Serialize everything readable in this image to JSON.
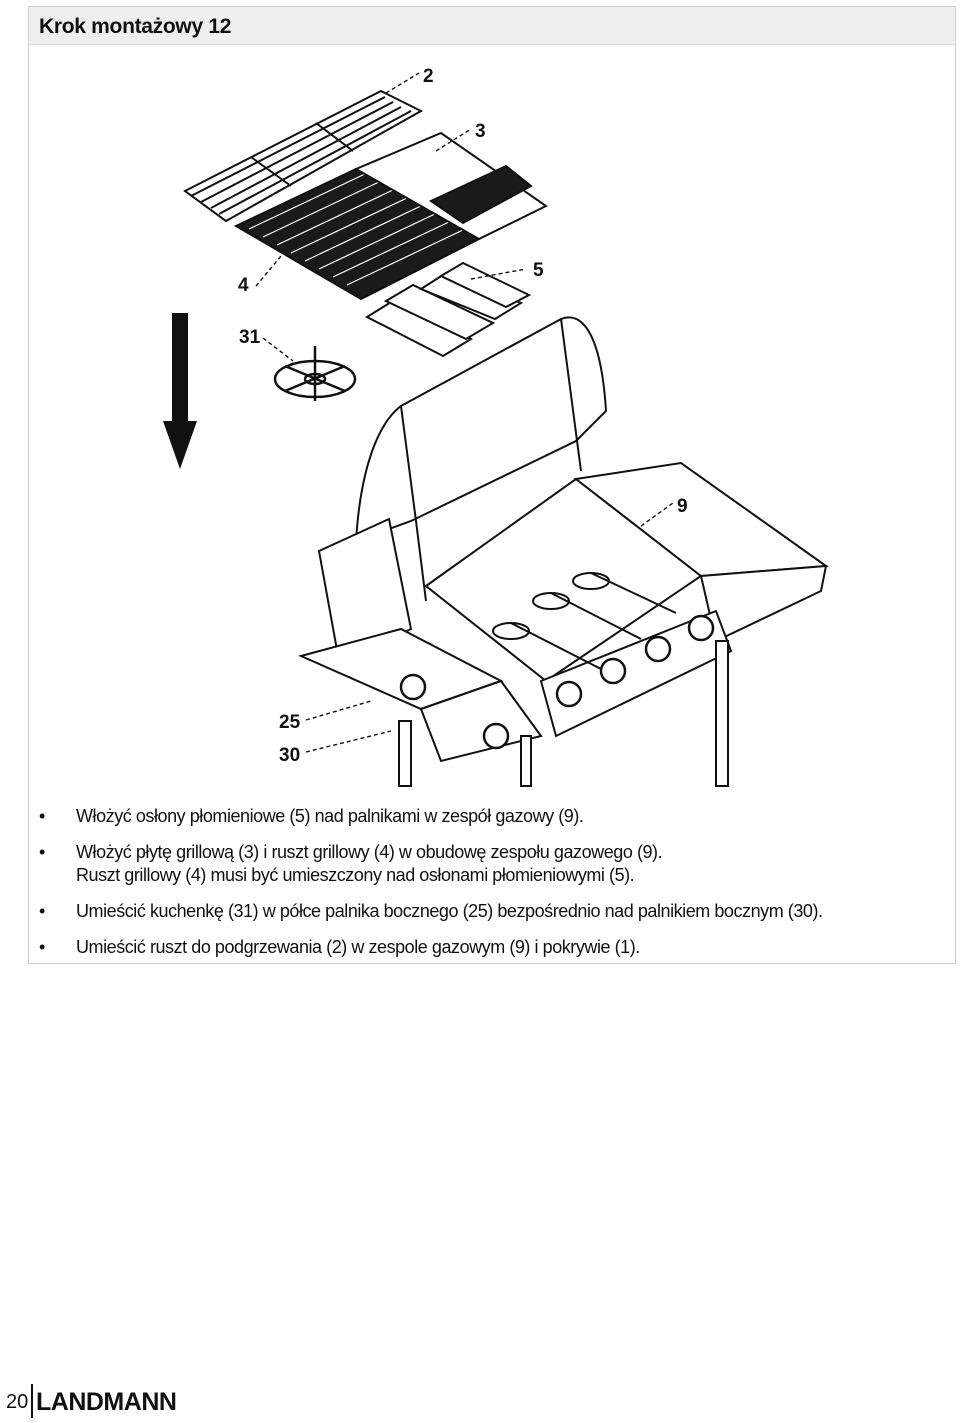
{
  "step_title": "Krok montażowy 12",
  "callouts": {
    "c2": "2",
    "c3": "3",
    "c4": "4",
    "c5": "5",
    "c31": "31",
    "c9": "9",
    "c25": "25",
    "c30": "30"
  },
  "instructions": [
    "Włożyć osłony płomieniowe (5) nad palnikami w zespół gazowy (9).",
    "Włożyć płytę grillową (3) i ruszt grillowy (4) w obudowę zespołu gazowego (9).",
    "Ruszt grillowy (4) musi być umieszczony nad osłonami płomieniowymi (5).",
    "Umieścić kuchenkę (31) w półce palnika bocznego (25) bezpośrednio nad palnikiem bocznym (30).",
    "Umieścić ruszt do podgrzewania (2) w zespole gazowym (9) i pokrywie (1)."
  ],
  "bullet_symbol": "•",
  "footer": {
    "page_number": "20",
    "brand": "LANDMANN"
  }
}
